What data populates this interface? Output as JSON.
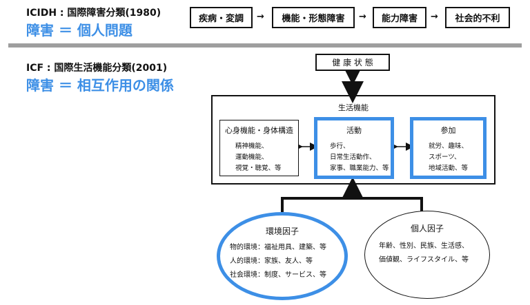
{
  "icidh": {
    "heading": "ICIDH : 国際障害分類(1980)",
    "subheading": "障害 ＝ 個人問題",
    "steps": [
      "疾病・変調",
      "機能・形態障害",
      "能力障害",
      "社会的不利"
    ],
    "arrow": "→"
  },
  "icf": {
    "heading": "ICF : 国際生活機能分類(2001)",
    "subheading": "障害 ＝ 相互作用の関係",
    "health": "健 康 状 態",
    "functioning": {
      "title": "生活機能",
      "body": {
        "title": "心身機能・身体構造",
        "items": [
          "精神機能、",
          "運動機能、",
          "視覚・聴覚、等"
        ]
      },
      "activity": {
        "title": "活動",
        "items": [
          "歩行、",
          "日常生活動作、",
          "家事、職業能力、等"
        ]
      },
      "participation": {
        "title": "参加",
        "items": [
          "就労、趣味、",
          "スポーツ、",
          "地域活動、等"
        ]
      },
      "link": "↔"
    },
    "environmental": {
      "title": "環境因子",
      "items": [
        "物的環境：福祉用具、建築、等",
        "人的環境：家族、友人、等",
        "社会環境：制度、サービス、等"
      ]
    },
    "personal": {
      "title": "個人因子",
      "items": [
        "年齢、性別、民族、生活感、",
        "価値観、ライフスタイル、等"
      ]
    }
  },
  "colors": {
    "accent": "#3d8fe6",
    "divider": "#9e9e9e",
    "ink": "#111111"
  }
}
